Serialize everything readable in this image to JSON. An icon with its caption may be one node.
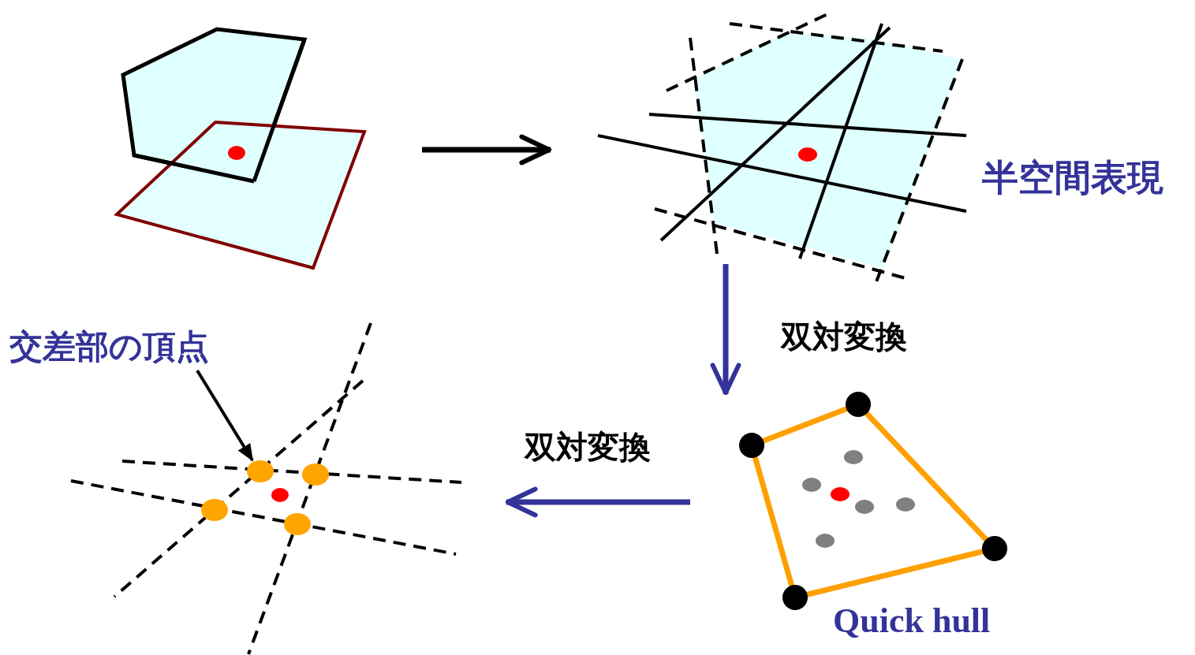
{
  "diagram": {
    "nodes": [
      {
        "text": [],
        "shape": "picture"
      },
      {
        "text": [],
        "shape": "picture",
        "beside": [
          "半空間表現"
        ]
      },
      {
        "text": [],
        "shape": "picture",
        "beside": [
          "Quick hull"
        ]
      },
      {
        "text": [],
        "shape": "picture"
      },
      {
        "text": [
          "交差部の頂点"
        ]
      },
      {
        "text": [],
        "shape": "circle",
        "in": 3
      }
    ],
    "edges": [
      {
        "from": 0,
        "to": 1,
        "arrow": "to"
      },
      {
        "from": 1,
        "to": 2,
        "arrow": "to",
        "label": "双対変換",
        "color": "#333399"
      },
      {
        "from": 2,
        "to": 3,
        "arrow": "to",
        "label": "双対変換",
        "color": "#333399"
      },
      {
        "from": 4,
        "to": 5,
        "arrow": "to"
      }
    ]
  }
}
